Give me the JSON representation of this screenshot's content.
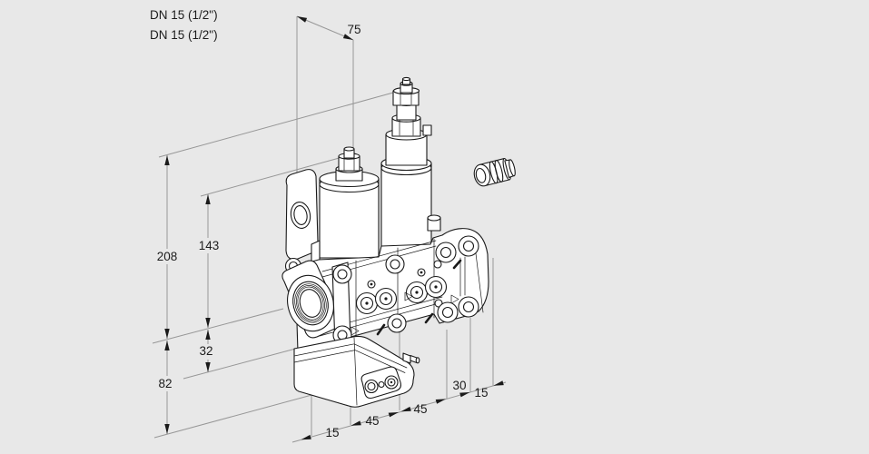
{
  "drawing": {
    "title_labels": {
      "connection_line1": "DN 15 (1/2\")",
      "connection_line2": "DN 15 (1/2\")"
    },
    "dimensions": {
      "top_depth": "75",
      "left_overall_height": "208",
      "left_body_height": "143",
      "left_port_offset": "32",
      "left_actuator_height": "82",
      "bottom_seg1": "15",
      "bottom_seg2": "45",
      "bottom_seg3": "45",
      "bottom_seg4": "30",
      "bottom_seg5": "15"
    },
    "colors": {
      "background": "#e8e8e8",
      "part_fill": "#ffffff",
      "outline": "#1a1a1a",
      "dimension_line": "#979797",
      "text": "#1c1c1c"
    }
  }
}
